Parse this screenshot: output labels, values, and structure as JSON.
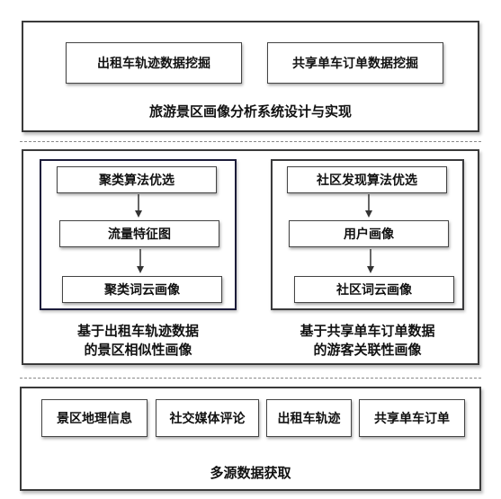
{
  "top": {
    "nodes": [
      "出租车轨迹数据挖掘",
      "共享单车订单数据挖掘"
    ],
    "title": "旅游景区画像分析系统设计与实现"
  },
  "middle": {
    "left": {
      "steps": [
        "聚类算法优选",
        "流量特征图",
        "聚类词云画像"
      ],
      "caption_line1": "基于出租车轨迹数据",
      "caption_line2": "的景区相似性画像"
    },
    "right": {
      "steps": [
        "社区发现算法优选",
        "用户画像",
        "社区词云画像"
      ],
      "caption_line1": "基于共享单车订单数据",
      "caption_line2": "的游客关联性画像"
    }
  },
  "bottom": {
    "sources": [
      "景区地理信息",
      "社交媒体评论",
      "出租车轨迹",
      "共享单车订单"
    ],
    "title": "多源数据获取"
  }
}
